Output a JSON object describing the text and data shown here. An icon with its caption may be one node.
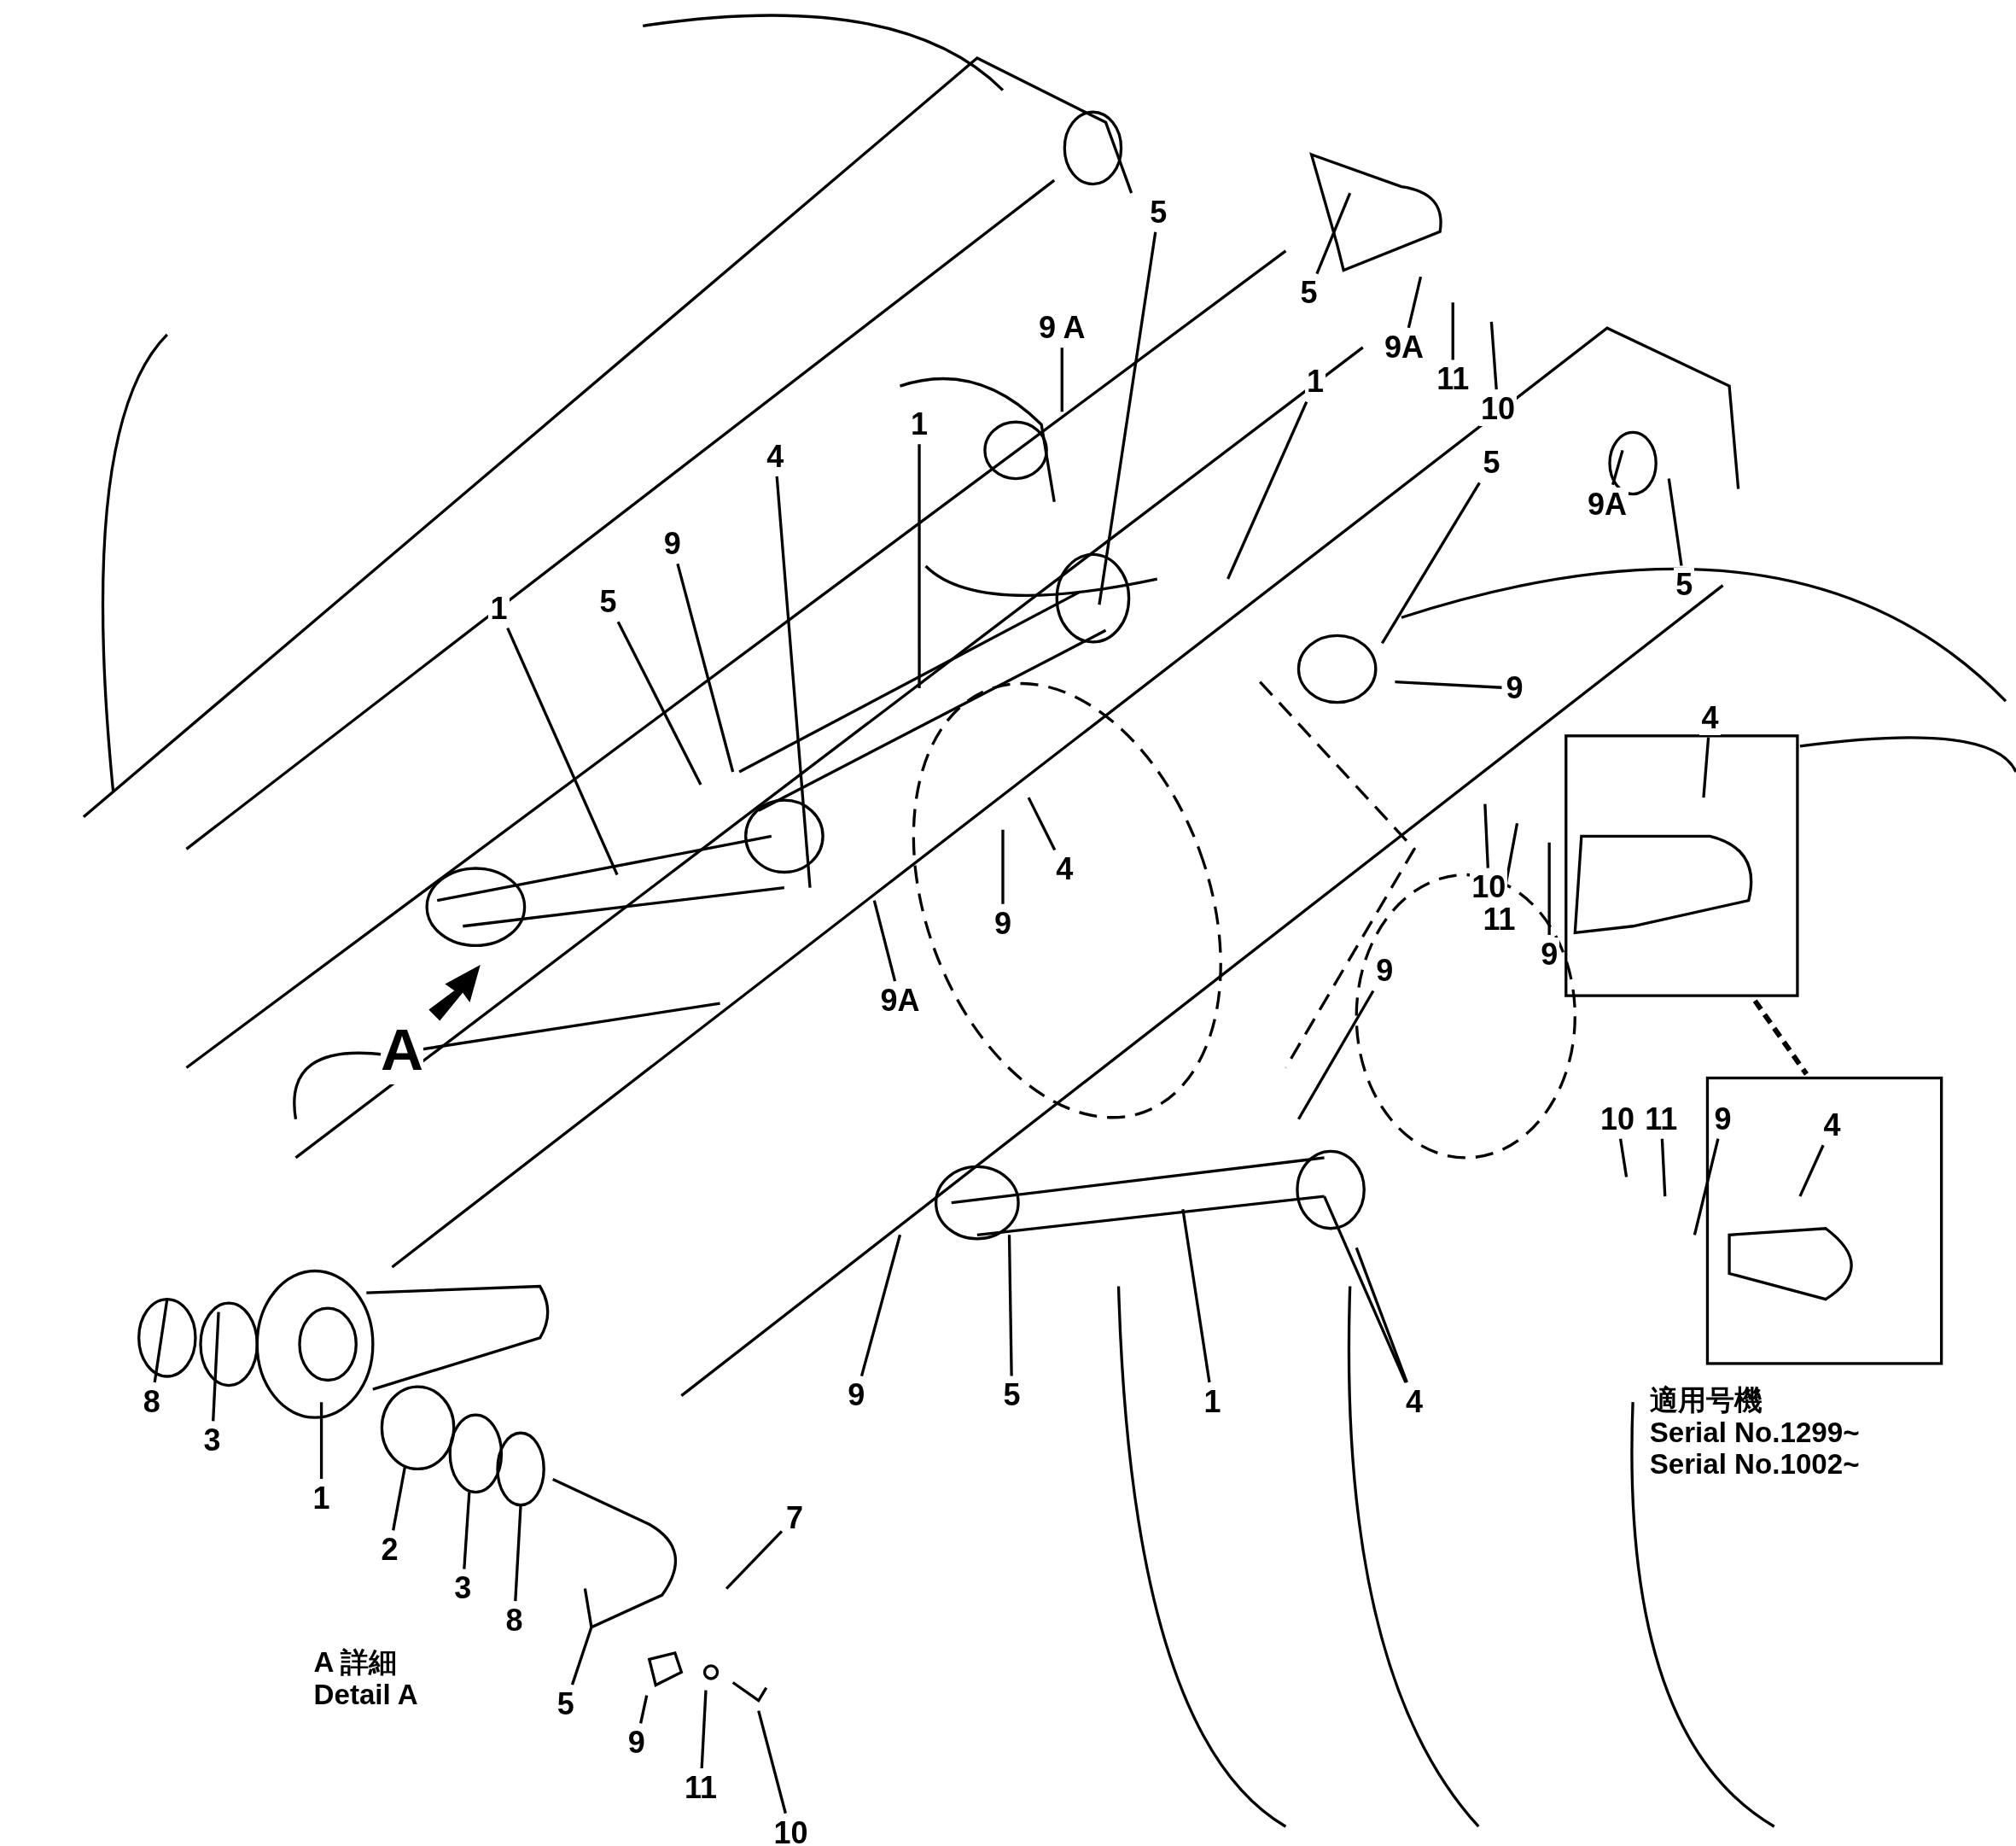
{
  "diagram": {
    "nodes": [
      {
        "text": [
          "5"
        ]
      },
      {
        "text": [
          "5"
        ]
      },
      {
        "text": [
          "9 A"
        ]
      },
      {
        "text": [
          "9A"
        ]
      },
      {
        "text": [
          "11"
        ]
      },
      {
        "text": [
          "10"
        ]
      },
      {
        "text": [
          "1"
        ]
      },
      {
        "text": [
          "1"
        ]
      },
      {
        "text": [
          "5"
        ]
      },
      {
        "text": [
          "9A"
        ]
      },
      {
        "text": [
          "5"
        ]
      },
      {
        "text": [
          "4"
        ]
      },
      {
        "text": [
          "9"
        ]
      },
      {
        "text": [
          "5"
        ]
      },
      {
        "text": [
          "1"
        ]
      },
      {
        "text": [
          "9"
        ]
      },
      {
        "text": [
          "4"
        ]
      },
      {
        "text": [
          "10"
        ]
      },
      {
        "text": [
          "11"
        ]
      },
      {
        "text": [
          "9"
        ]
      },
      {
        "text": [
          "4"
        ]
      },
      {
        "text": [
          "9"
        ]
      },
      {
        "text": [
          "9A"
        ]
      },
      {
        "text": [
          "9"
        ]
      },
      {
        "text": [
          "10"
        ]
      },
      {
        "text": [
          "11"
        ]
      },
      {
        "text": [
          "9"
        ]
      },
      {
        "text": [
          "4"
        ]
      },
      {
        "text": [
          "9"
        ]
      },
      {
        "text": [
          "5"
        ]
      },
      {
        "text": [
          "1"
        ]
      },
      {
        "text": [
          "4"
        ]
      },
      {
        "text": [
          "8"
        ]
      },
      {
        "text": [
          "3"
        ]
      },
      {
        "text": [
          "1"
        ]
      },
      {
        "text": [
          "2"
        ]
      },
      {
        "text": [
          "3"
        ]
      },
      {
        "text": [
          "8"
        ]
      },
      {
        "text": [
          "7"
        ]
      },
      {
        "text": [
          "5"
        ]
      },
      {
        "text": [
          "9"
        ]
      },
      {
        "text": [
          "11"
        ]
      },
      {
        "text": [
          "10"
        ]
      }
    ],
    "edges": [
      {
        "from": 0,
        "to": null,
        "arrow": "none"
      },
      {
        "from": 1,
        "to": null,
        "arrow": "none"
      },
      {
        "from": 2,
        "to": null,
        "arrow": "none"
      },
      {
        "from": 3,
        "to": null,
        "arrow": "none"
      },
      {
        "from": 4,
        "to": null,
        "arrow": "none"
      },
      {
        "from": 5,
        "to": null,
        "arrow": "none"
      },
      {
        "from": 6,
        "to": null,
        "arrow": "none"
      },
      {
        "from": 7,
        "to": null,
        "arrow": "none"
      },
      {
        "from": 8,
        "to": null,
        "arrow": "none"
      },
      {
        "from": 9,
        "to": null,
        "arrow": "none"
      },
      {
        "from": 10,
        "to": null,
        "arrow": "none"
      },
      {
        "from": 11,
        "to": null,
        "arrow": "none"
      },
      {
        "from": 12,
        "to": null,
        "arrow": "none"
      },
      {
        "from": 13,
        "to": null,
        "arrow": "none"
      },
      {
        "from": 14,
        "to": null,
        "arrow": "none"
      },
      {
        "from": 15,
        "to": null,
        "arrow": "none"
      },
      {
        "from": 16,
        "to": null,
        "arrow": "none"
      },
      {
        "from": 17,
        "to": null,
        "arrow": "none"
      },
      {
        "from": 18,
        "to": null,
        "arrow": "none"
      },
      {
        "from": 19,
        "to": null,
        "arrow": "none"
      },
      {
        "from": 20,
        "to": null,
        "arrow": "none"
      },
      {
        "from": 21,
        "to": null,
        "arrow": "none"
      },
      {
        "from": 22,
        "to": null,
        "arrow": "none"
      },
      {
        "from": 23,
        "to": null,
        "arrow": "none"
      },
      {
        "from": 24,
        "to": null,
        "arrow": "none"
      },
      {
        "from": 25,
        "to": null,
        "arrow": "none"
      },
      {
        "from": 26,
        "to": null,
        "arrow": "none"
      },
      {
        "from": 27,
        "to": null,
        "arrow": "none"
      },
      {
        "from": 28,
        "to": null,
        "arrow": "none"
      },
      {
        "from": 29,
        "to": null,
        "arrow": "none"
      },
      {
        "from": 30,
        "to": null,
        "arrow": "none"
      },
      {
        "from": 31,
        "to": null,
        "arrow": "none"
      },
      {
        "from": 31,
        "to": null,
        "arrow": "none"
      },
      {
        "from": 32,
        "to": null,
        "arrow": "none"
      },
      {
        "from": 33,
        "to": null,
        "arrow": "none"
      },
      {
        "from": 34,
        "to": null,
        "arrow": "none"
      },
      {
        "from": 35,
        "to": null,
        "arrow": "none"
      },
      {
        "from": 36,
        "to": null,
        "arrow": "none"
      },
      {
        "from": 37,
        "to": null,
        "arrow": "none"
      },
      {
        "from": 38,
        "to": null,
        "arrow": "none"
      },
      {
        "from": 39,
        "to": null,
        "arrow": "none"
      },
      {
        "from": 40,
        "to": null,
        "arrow": "none"
      },
      {
        "from": 41,
        "to": null,
        "arrow": "none"
      },
      {
        "from": 42,
        "to": null,
        "arrow": "none"
      }
    ],
    "labels": [
      "A",
      "A 詳細",
      "Detail A",
      "適用号機",
      "Serial No.1299~",
      "Serial No.1002~"
    ]
  }
}
